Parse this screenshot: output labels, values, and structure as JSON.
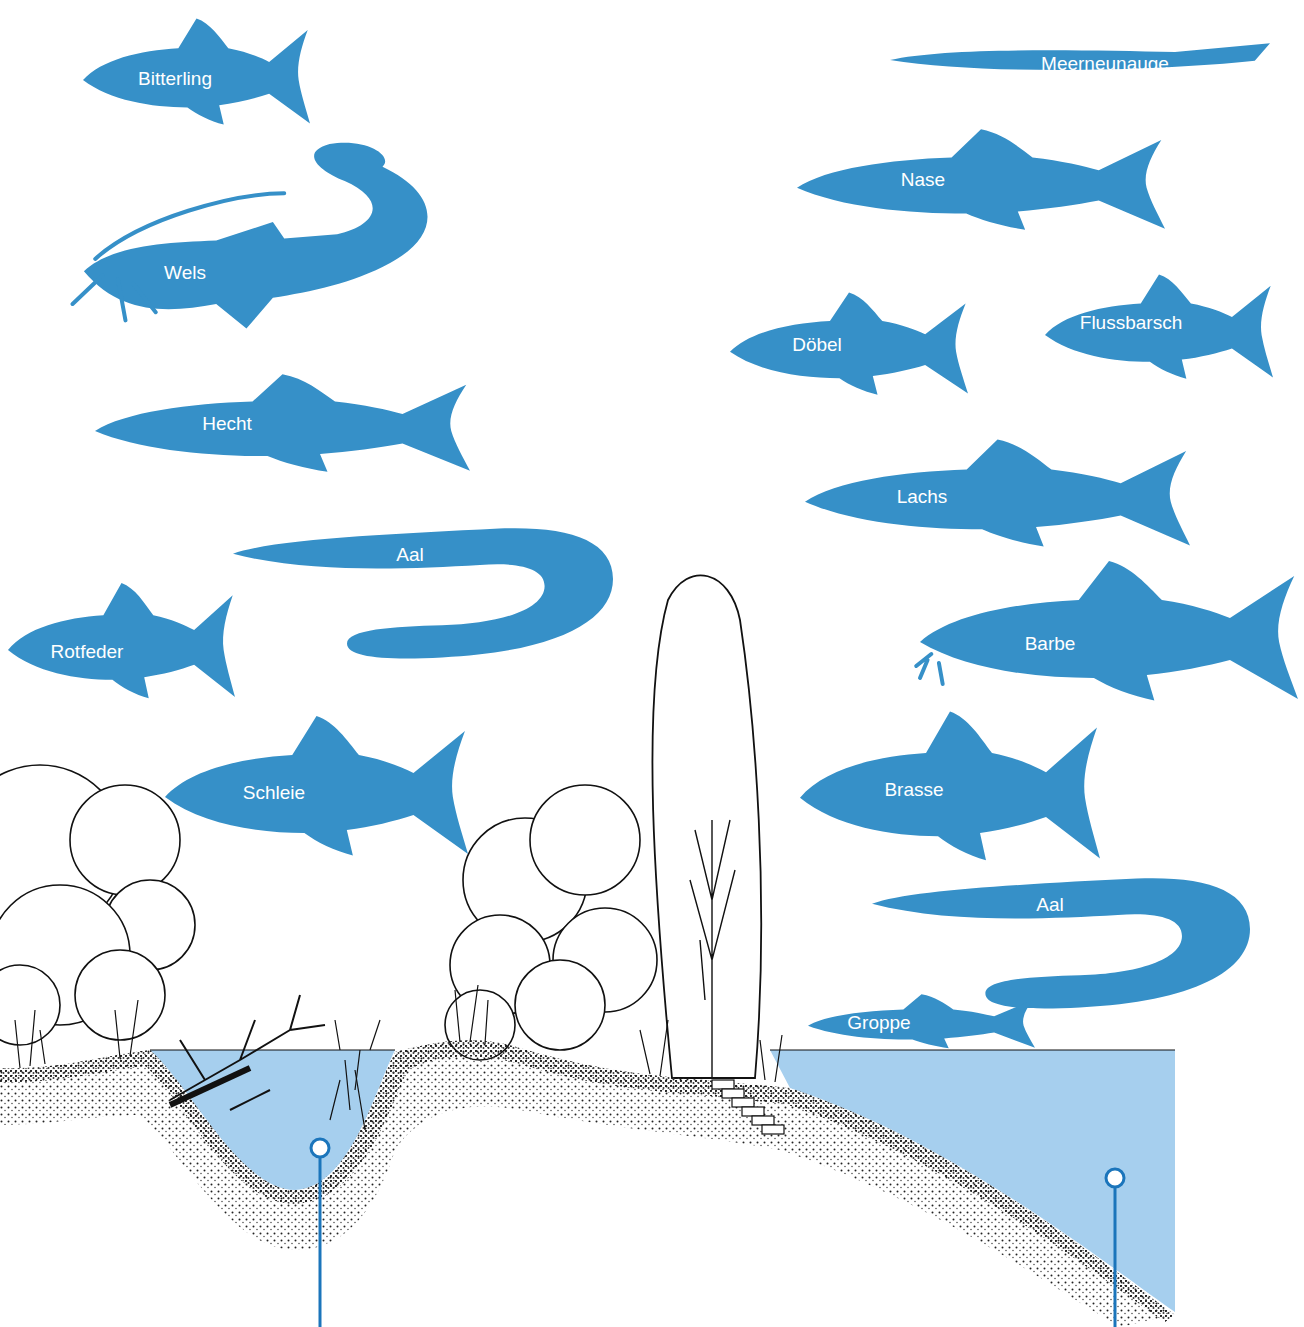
{
  "diagram": {
    "nodes": [
      {
        "text": [
          "Bitterling"
        ]
      },
      {
        "text": [
          "Wels"
        ]
      },
      {
        "text": [
          "Hecht"
        ]
      },
      {
        "text": [
          "Aal"
        ]
      },
      {
        "text": [
          "Rotfeder"
        ]
      },
      {
        "text": [
          "Schleie"
        ]
      },
      {
        "text": [
          "Meerneunauge"
        ]
      },
      {
        "text": [
          "Nase"
        ]
      },
      {
        "text": [
          "Döbel"
        ]
      },
      {
        "text": [
          "Flussbarsch"
        ]
      },
      {
        "text": [
          "Lachs"
        ]
      },
      {
        "text": [
          "Barbe"
        ]
      },
      {
        "text": [
          "Brasse"
        ]
      },
      {
        "text": [
          "Aal"
        ]
      },
      {
        "text": [
          "Groppe"
        ]
      }
    ]
  }
}
